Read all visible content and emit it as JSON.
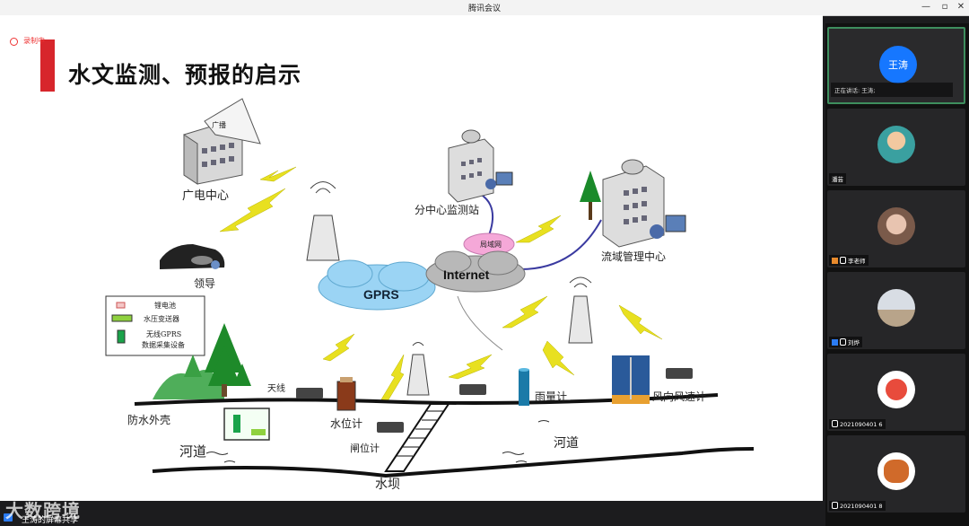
{
  "window": {
    "title": "腾讯会议"
  },
  "window_controls": {
    "minimize": "—",
    "restore": "▫",
    "close": "✕"
  },
  "recording": {
    "label": "录制中"
  },
  "slide": {
    "title": "水文监测、预报的启示",
    "labels": {
      "broadcast_small": "广播",
      "broadcast_center": "广电中心",
      "leader": "领导",
      "sub_center": "分中心监测站",
      "lan": "局域网",
      "internet": "Internet",
      "gprs": "GPRS",
      "basin_center": "流域管理中心",
      "antenna": "天线",
      "water_level": "水位计",
      "rain_gauge": "雨量计",
      "wind_gauge": "风向风速计",
      "gate_gauge": "闸位计",
      "waterproof": "防水外壳",
      "river_left": "河道",
      "river_right": "河道",
      "dam": "水坝"
    },
    "legend": [
      {
        "label": "锂电池",
        "color": "#f4c7c7"
      },
      {
        "label": "水压变送器",
        "color": "#8fd13f"
      },
      {
        "label": "无线GPRS",
        "color": "#1aa34a"
      },
      {
        "label": "数据采集设备",
        "color": ""
      }
    ]
  },
  "screen_share": {
    "label": "王涛的屏幕共享"
  },
  "watermark": {
    "text": "大数跨境"
  },
  "participants": [
    {
      "name": "王涛",
      "speaking_text": "正在讲话: 王涛;",
      "avatar_color": "#1677ff",
      "role": "speaker"
    },
    {
      "name": "潘芸",
      "avatar_color": "#3aa0a0",
      "role": ""
    },
    {
      "name": "李老师",
      "avatar_color": "#b88a7a",
      "role": "host"
    },
    {
      "name": "刘烨",
      "avatar_color": "#a8a4a0",
      "role": "cohost"
    },
    {
      "name": "2021090401 6",
      "avatar_color": "#e84b3c",
      "role": ""
    },
    {
      "name": "2021090401 8",
      "avatar_color": "#d06a2a",
      "role": ""
    }
  ]
}
